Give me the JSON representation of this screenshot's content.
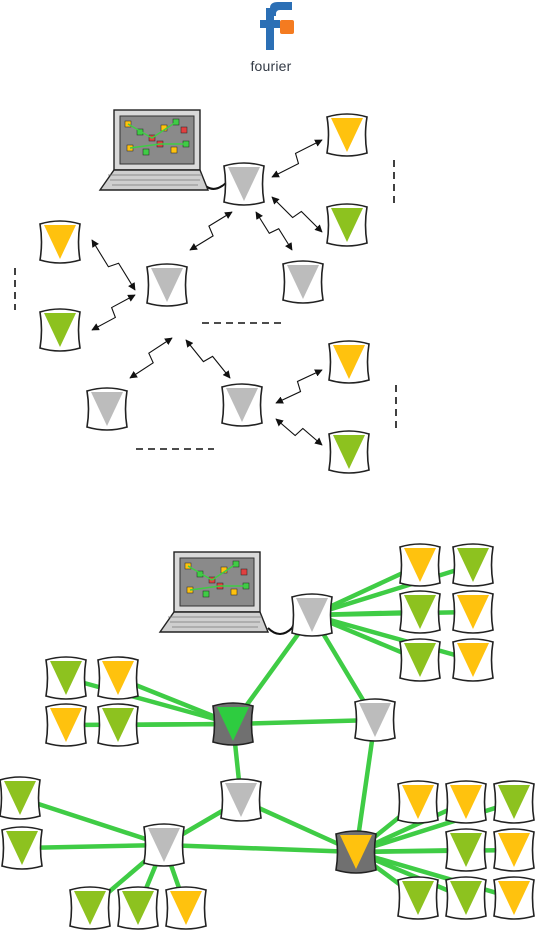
{
  "logo": {
    "word": "fourier",
    "icon": "fourier-f-logo"
  },
  "colors": {
    "yellow": "#ffc20e",
    "green": "#8dc21f",
    "gray": "#bcbcbc",
    "dark_gray": "#707070",
    "bright_green": "#2ecc40",
    "link_green": "#3fcc45",
    "frame": "#222222",
    "logo_blue": "#2b6fb5",
    "logo_orange": "#f47b20"
  },
  "diagrams": [
    {
      "name": "star-of-stars-topology",
      "links": "wireless"
    },
    {
      "name": "mesh-topology",
      "links": "wired"
    }
  ]
}
